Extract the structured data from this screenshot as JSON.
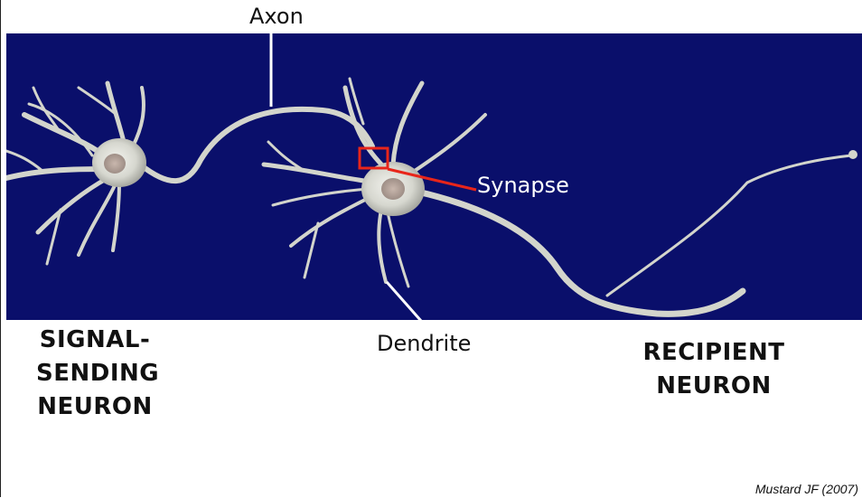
{
  "labels": {
    "axon": "Axon",
    "synapse": "Synapse",
    "dendrite": "Dendrite",
    "signal_sending": [
      "SIGNAL-",
      "SENDING",
      "NEURON"
    ],
    "recipient": [
      "RECIPIENT",
      "NEURON"
    ],
    "credit": "Mustard JF (2007)"
  },
  "colors": {
    "background": "#0a0f6b",
    "neuron": "#d9dcd4",
    "highlight": "#e8251a",
    "leader_line": "#ffffff"
  }
}
